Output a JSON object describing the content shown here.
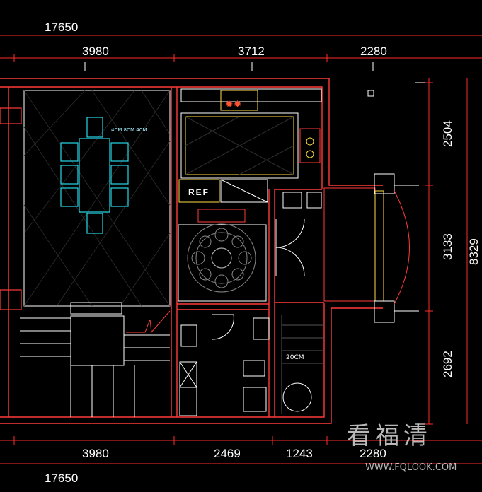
{
  "dimensions": {
    "top_total": "17650",
    "top_segments": [
      "3980",
      "3712",
      "2280"
    ],
    "bottom_segments": [
      "3980",
      "2469",
      "1243",
      "2280"
    ],
    "bottom_total": "17650",
    "right_segments": [
      "2504",
      "3133",
      "2692"
    ],
    "right_total": "8329"
  },
  "labels": {
    "ref": "REF",
    "size_note": "4CM 8CM 4CM",
    "size_20": "20CM"
  },
  "watermark": {
    "text": "看福清",
    "url": "WWW.FQLOOK.COM"
  },
  "colors": {
    "background": "#000000",
    "wall": "#ff3b3b",
    "furniture": "#27d8e8",
    "fixture": "#ffffff",
    "grid": "#2a2a2a",
    "text": "#ffffff",
    "dim_line": "#ff2a2a"
  }
}
